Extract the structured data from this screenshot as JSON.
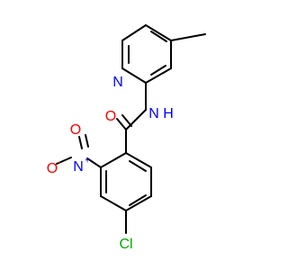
{
  "molecule": {
    "atoms": {
      "nitrogen_pyridine": "N",
      "nitrogen_amide": "N",
      "amide_hydrogen": "H",
      "carbonyl_oxygen": "O",
      "nitro_nitrogen": "N",
      "nitro_charge_plus": "+",
      "nitro_oxygen_minus": "O",
      "nitro_charge_minus": "-",
      "chlorine": "Cl"
    },
    "colors": {
      "bond": "#000000",
      "nitrogen": "#0000ff",
      "oxygen": "#ff0000",
      "chlorine": "#00aa00"
    }
  }
}
